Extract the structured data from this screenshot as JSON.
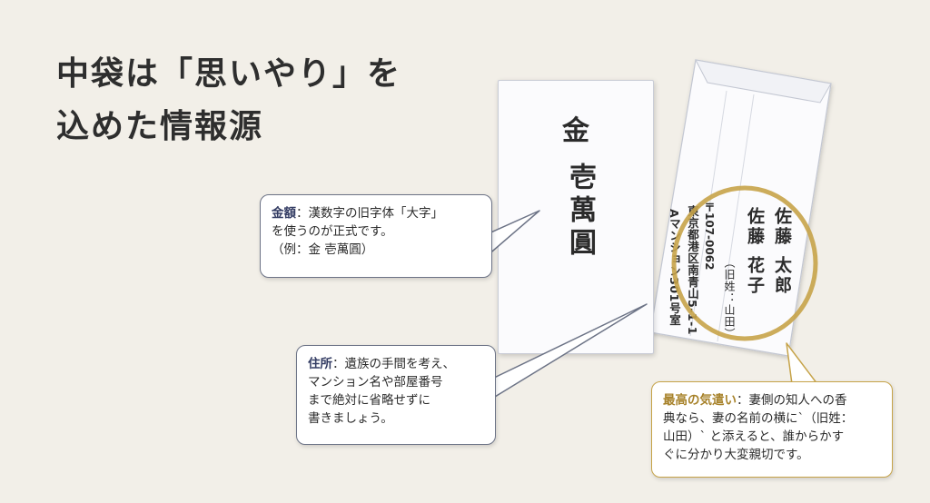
{
  "title": {
    "line1": "中袋は「思いやり」を",
    "line2": "込めた情報源"
  },
  "front": {
    "top": "金",
    "main": "壱萬圓"
  },
  "back": {
    "name1": "佐藤 太郎",
    "name2": "佐藤 花子",
    "old_name": "（旧姓：山田）",
    "zip": "〒107-0062",
    "addr1": "東京都港区南青山5-1-1",
    "addr2": "Aマンション301号室"
  },
  "callouts": {
    "amount": {
      "label": "金額",
      "text1": "：漢数字の旧字体「大字」",
      "text2": "を使うのが正式です。",
      "text3": "（例：金 壱萬圓）"
    },
    "address": {
      "label": "住所",
      "text1": "：遺族の手間を考え、",
      "text2": "マンション名や部屋番号",
      "text3": "まで絶対に省略せずに",
      "text4": "書きましょう。"
    },
    "care": {
      "label": "最高の気遣い",
      "text1": "：妻側の知人への香",
      "text2": "典なら、妻の名前の横に`（旧姓：",
      "text3": "山田）` と添えると、誰からかす",
      "text4": "ぐに分かり大変親切です。"
    }
  },
  "colors": {
    "background": "#f2efe8",
    "navy": "#333c63",
    "gold": "#c6a349"
  }
}
